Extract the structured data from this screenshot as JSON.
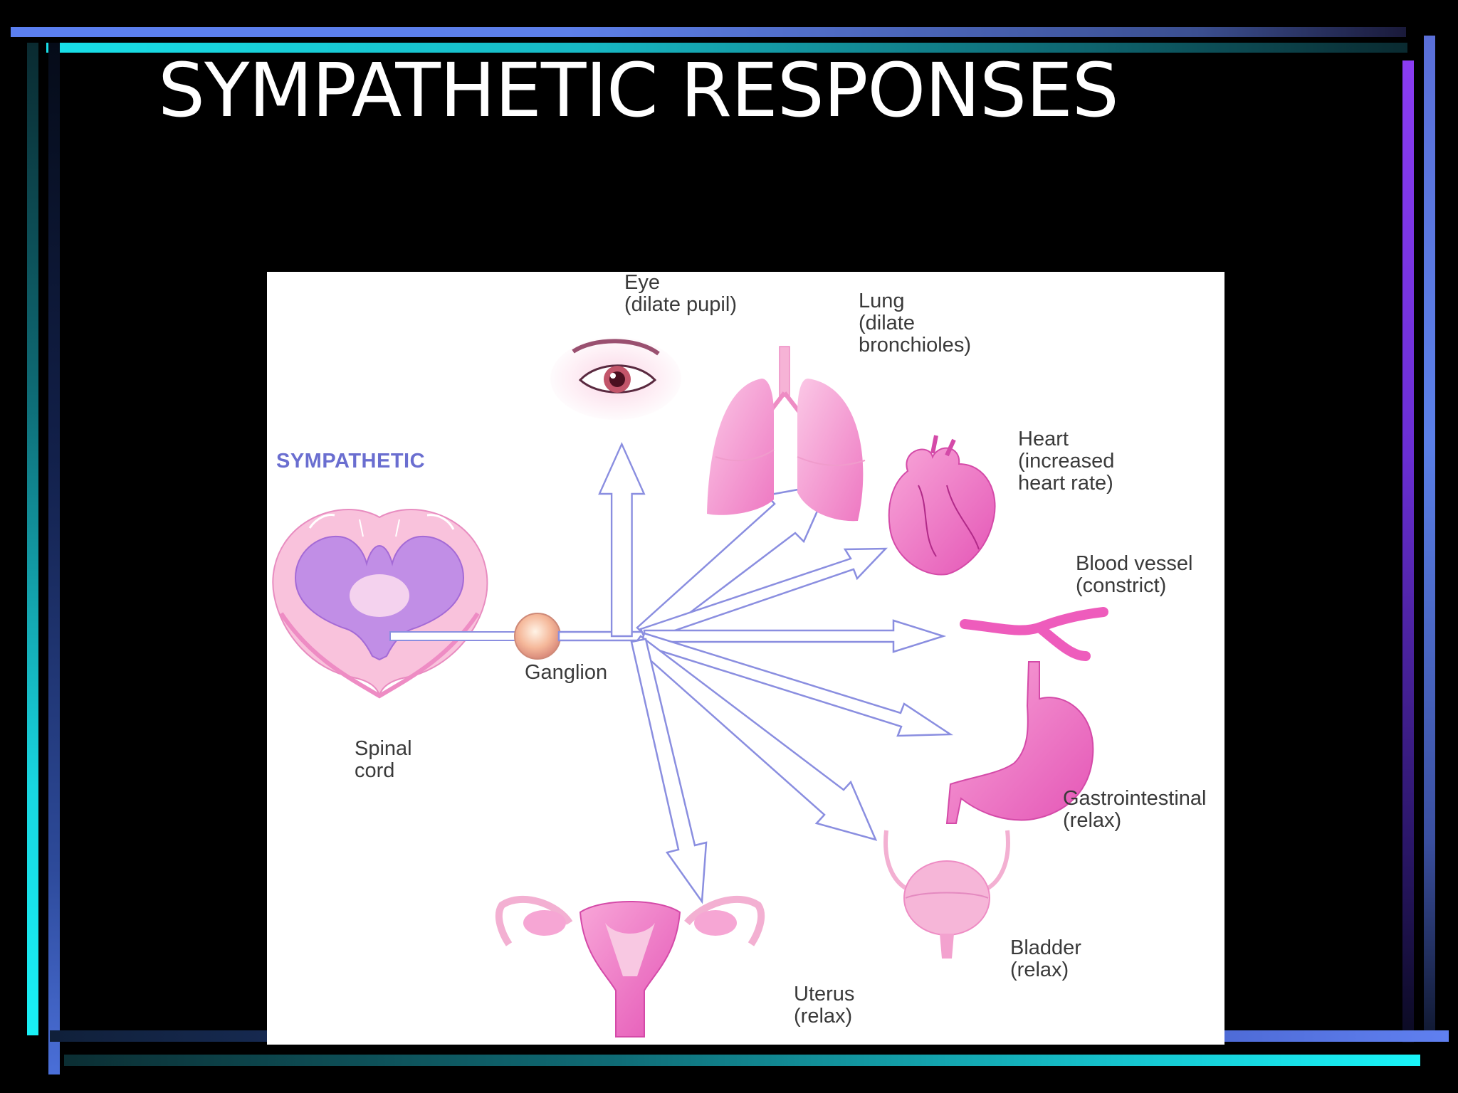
{
  "slide": {
    "title": "SYMPATHETIC RESPONSES"
  },
  "diagram": {
    "heading": "SYMPATHETIC",
    "labels": {
      "eye": "Eye\n(dilate pupil)",
      "lung": "Lung\n(dilate\nbronchioles)",
      "heart": "Heart\n(increased\nheart rate)",
      "blood_vessel": "Blood vessel\n(constrict)",
      "ganglion": "Ganglion",
      "spinal_cord": "Spinal\ncord",
      "gastrointestinal": "Gastrointestinal\n(relax)",
      "bladder": "Bladder\n(relax)",
      "uterus": "Uterus\n(relax)"
    }
  },
  "colors": {
    "background": "#000000",
    "title_text": "#ffffff",
    "panel": "#ffffff",
    "heading_text": "#6a6ed0",
    "arrow_outline": "#8a8ee0",
    "organ_pink": "#f08ac8",
    "label_text": "#3a3a3a"
  }
}
